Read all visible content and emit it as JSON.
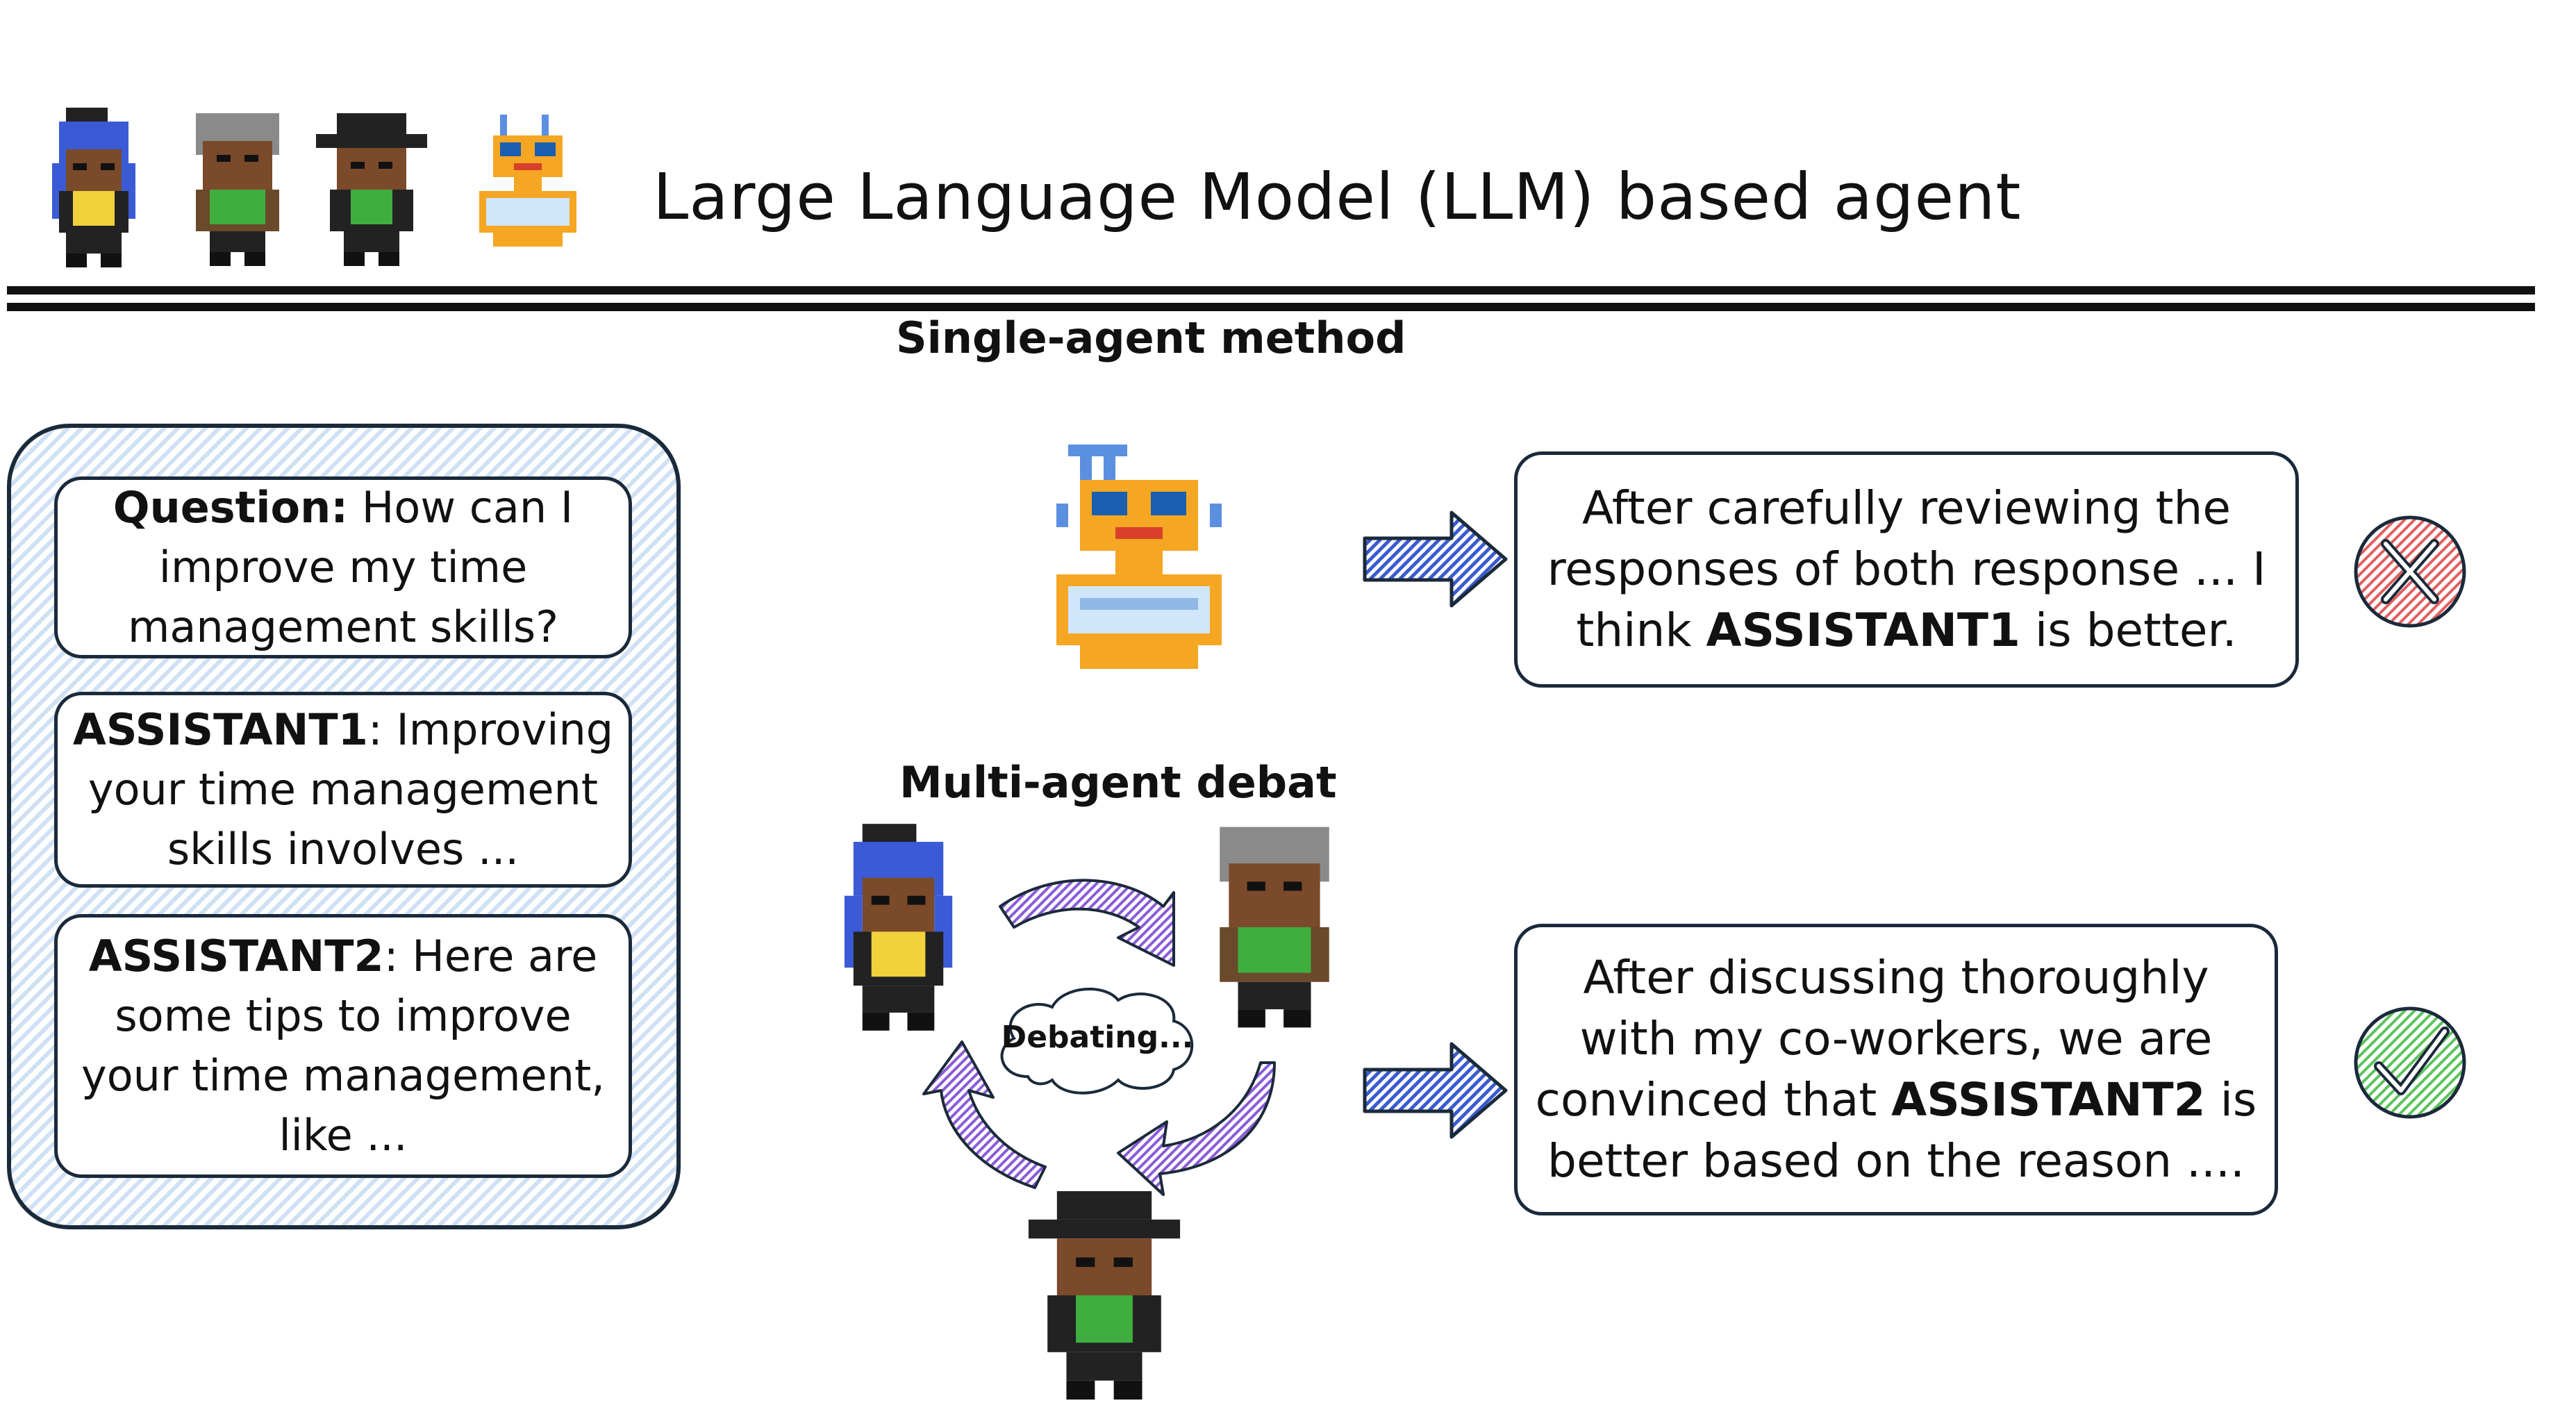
{
  "header": {
    "title": "Large Language Model (LLM) based agent"
  },
  "labels": {
    "single_agent": "Single-agent method",
    "multi_agent": "Multi-agent debat",
    "debating": "Debating..."
  },
  "left_panel": {
    "question_label": "Question:",
    "question_text": " How can I improve my time management skills?",
    "assistant1_label": "ASSISTANT1",
    "assistant1_text": ": Improving your time management skills involves ...",
    "assistant2_label": "ASSISTANT2",
    "assistant2_text": ": Here are some tips to improve your time management, like ..."
  },
  "single_result": {
    "text_a": "After carefully reviewing the responses of both response ... I think ",
    "bold": "ASSISTANT1",
    "text_b": " is better.",
    "verdict_icon": "cross-icon",
    "verdict_color": "#e06060"
  },
  "multi_result": {
    "text_a": "After discussing thoroughly with my co-workers, we are convinced that ",
    "bold": "ASSISTANT2",
    "text_b": " is better based on the reason ....",
    "verdict_icon": "check-icon",
    "verdict_color": "#5cc45c"
  },
  "colors": {
    "accent_blue": "#3a5bd0",
    "accent_purple": "#8a5cd6",
    "panel_hatch": "#cfe1f3"
  }
}
